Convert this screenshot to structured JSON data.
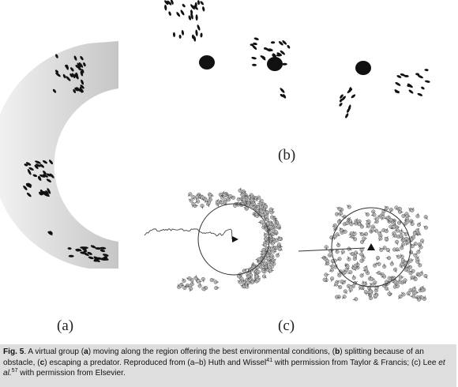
{
  "figure": {
    "panel_a_label": "(a)",
    "panel_b_label": "(b)",
    "panel_c_label": "(c)"
  },
  "caption": {
    "fig": "Fig. 5",
    "t1": ". A virtual group (",
    "a": "a",
    "t2": ") moving along the region offering the best environmental conditions, (",
    "b": "b",
    "t3": ") splitting because of an obstacle, (",
    "c": "c",
    "t4": ") escaping a predator. Reproduced from (a–b) Huth and Wissel",
    "ref1": "41",
    "t5": " with permission from Taylor & Francis; (c) Lee ",
    "etal": "et al.",
    "ref2": "57",
    "t6": " with permission from Elsevier."
  },
  "colors": {
    "caption_bg": "#dedede",
    "fish": "#111111",
    "gradient": "#cfcfcf"
  }
}
